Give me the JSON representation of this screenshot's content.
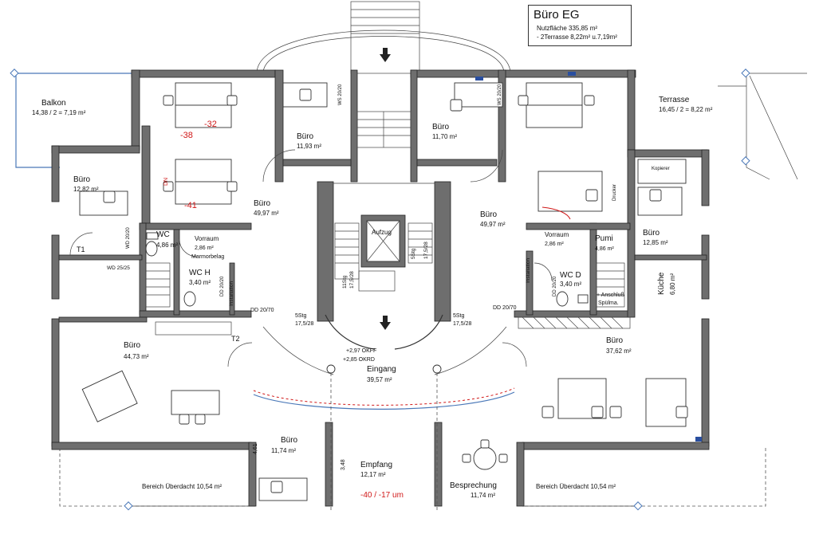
{
  "legend": {
    "title": "Büro EG",
    "line1": "Nutzfläche 335,85 m²",
    "line2": "- 2Terrasse 8,22m² u.7,19m²"
  },
  "rooms": {
    "balkon_name": "Balkon",
    "balkon_area": "14,38 / 2 = 7,19 m²",
    "terrasse_name": "Terrasse",
    "terrasse_area": "16,45 / 2 = 8,22 m²",
    "buero_nw_name": "Büro",
    "buero_nw_area": "11,93 m²",
    "buero_ne_name": "Büro",
    "buero_ne_area": "11,70 m²",
    "buero_w_name": "Büro",
    "buero_w_area": "12,82 m²",
    "buero_wc_name": "Büro",
    "buero_wc_area": "49,97 m²",
    "buero_ec_name": "Büro",
    "buero_ec_area": "49,97 m²",
    "buero_e_name": "Büro",
    "buero_e_area": "12,85 m²",
    "wc_w_name": "WC",
    "wc_w_area": "4,86 m²",
    "vorraum_w_name": "Vorraum",
    "vorraum_w_area": "2,86 m²",
    "marmorbelag": "Marmorbelag",
    "wc_h_name": "WC H",
    "wc_h_area": "3,40 m²",
    "vorraum_e_name": "Vorraum",
    "vorraum_e_area": "2,86 m²",
    "pumi_name": "Pumi",
    "pumi_area": "4,86 m²",
    "wc_d_name": "WC D",
    "wc_d_area": "3,40 m²",
    "kueche": "Küche",
    "kueche_area": "6,80 m²",
    "anschluss": "+ Anschluß",
    "spuelma": "Spülma.",
    "buero_sw_name": "Büro",
    "buero_sw_area": "44,73 m²",
    "buero_se_name": "Büro",
    "buero_se_area": "37,62 m²",
    "eingang_name": "Eingang",
    "eingang_area": "39,57 m²",
    "buero_s_name": "Büro",
    "buero_s_area": "11,74 m²",
    "empfang_name": "Empfang",
    "empfang_area": "12,17 m²",
    "besprechung_name": "Besprechung",
    "besprechung_area": "11,74 m²",
    "ueberdacht_w": "Bereich Überdacht 10,54 m²",
    "ueberdacht_e": "Bereich Überdacht 10,54 m²",
    "aufzug": "Aufzug",
    "kopierer": "Kopierer",
    "drucker": "Drucker"
  },
  "annotations": {
    "t1": "T1",
    "t2": "T2",
    "wd": "WD 25/25",
    "wd_v": "WD 20/20",
    "ws": "WS 20/20",
    "ws2": "WS 20/20",
    "dd_w": "DD 20/70",
    "dd_e": "DD 20/70",
    "dd_v1": "DD 20/20",
    "dd_v2": "DD 20/20",
    "stg_w1": "5Stg",
    "stg_w2": "17,5/28",
    "stg_e1": "5Stg",
    "stg_e2": "17,5/28",
    "stg_11": "11Stg",
    "stg_11b": "17,5/28",
    "stg_5v": "5Stg",
    "stg_5vb": "17,5/28",
    "okff": "+2,97 OKFF",
    "okrd": "+2,85 OKRD",
    "inst_w": "Installation",
    "inst_e": "Installation",
    "dim_461": "4,61",
    "dim_348": "3,48",
    "red_38": "-38",
    "red_32": "-32",
    "red_41": "-41",
    "red_407": "-40 / -17 um",
    "red_dn": "DN"
  }
}
